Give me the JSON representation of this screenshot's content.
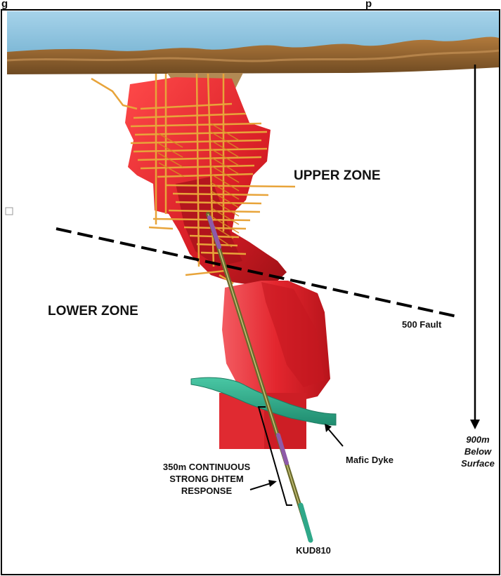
{
  "caption_fragment": {
    "left": "g",
    "right": "p"
  },
  "labels": {
    "upper_zone": "UPPER ZONE",
    "lower_zone": "LOWER ZONE",
    "fault": "500 Fault",
    "depth_line1": "900m",
    "depth_line2": "Below",
    "depth_line3": "Surface",
    "mafic_dyke": "Mafic Dyke",
    "response_line1": "350m CONTINUOUS",
    "response_line2": "STRONG DHTEM",
    "response_line3": "RESPONSE",
    "drillhole": "KUD810"
  },
  "colors": {
    "sky": "#8fc4e0",
    "surface": "#8a6233",
    "orebody_upper": "#e0242b",
    "orebody_lower": "#e8333a",
    "workings": "#e8a43a",
    "dyke": "#2fa889",
    "drillhole": "#6a6a2c",
    "drillhole_highlight": "#8e5aa8"
  }
}
